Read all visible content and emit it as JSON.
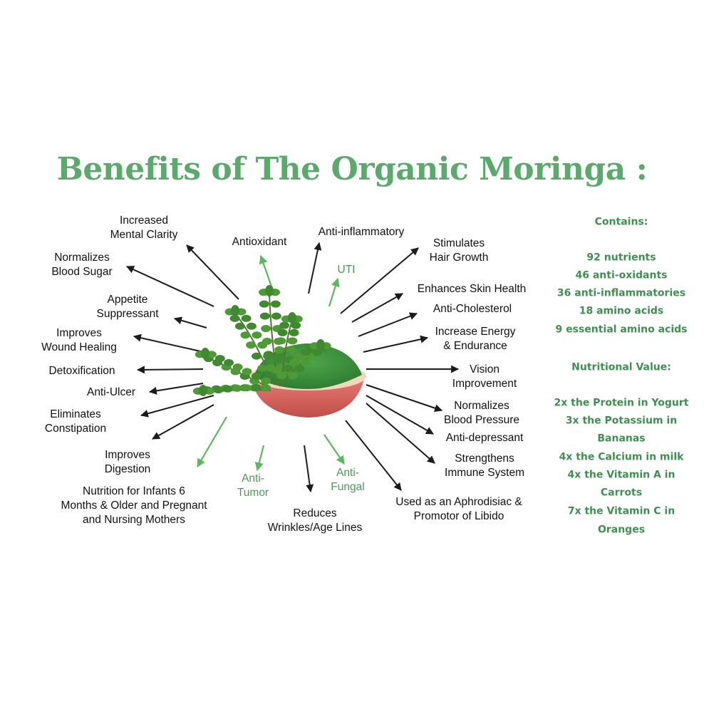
{
  "title": "Benefits of The Organic Moringa :",
  "colors": {
    "title": "#5aaa6b",
    "green_text": "#4b9b58",
    "side_text": "#3f8f50",
    "arrow_dark": "#1b1b1b",
    "arrow_green": "#5cb85c",
    "bowl_outer": "#d9645f",
    "bowl_rim": "#f0d6b8",
    "powder": "#3a8f3c",
    "leaf": "#3f8a2f"
  },
  "benefits": [
    {
      "id": "increased-mental-clarity",
      "text": "Increased\nMental Clarity"
    },
    {
      "id": "antioxidant",
      "text": "Antioxidant"
    },
    {
      "id": "anti-inflammatory",
      "text": "Anti-inflammatory"
    },
    {
      "id": "stimulates-hair-growth",
      "text": "Stimulates\nHair Growth"
    },
    {
      "id": "normalizes-blood-sugar",
      "text": "Normalizes\nBlood Sugar"
    },
    {
      "id": "uti",
      "text": "UTI"
    },
    {
      "id": "enhances-skin-health",
      "text": "Enhances Skin Health"
    },
    {
      "id": "appetite-suppressant",
      "text": "Appetite\nSuppressant"
    },
    {
      "id": "anti-cholesterol",
      "text": "Anti-Cholesterol"
    },
    {
      "id": "improves-wound-healing",
      "text": "Improves\nWound Healing"
    },
    {
      "id": "increase-energy",
      "text": "Increase Energy\n& Endurance"
    },
    {
      "id": "detoxification",
      "text": "Detoxification"
    },
    {
      "id": "vision-improvement",
      "text": "Vision\nImprovement"
    },
    {
      "id": "anti-ulcer",
      "text": "Anti-Ulcer"
    },
    {
      "id": "eliminates-constipation",
      "text": "Eliminates\nConstipation"
    },
    {
      "id": "normalizes-blood-pressure",
      "text": "Normalizes\nBlood Pressure"
    },
    {
      "id": "anti-depressant",
      "text": "Anti-depressant"
    },
    {
      "id": "improves-digestion",
      "text": "Improves\nDigestion"
    },
    {
      "id": "strengthens-immune-system",
      "text": "Strengthens\nImmune System"
    },
    {
      "id": "anti-tumor",
      "text": "Anti-\nTumor"
    },
    {
      "id": "anti-fungal",
      "text": "Anti-\nFungal"
    },
    {
      "id": "nutrition-for-infants",
      "text": "Nutrition for Infants 6\nMonths & Older and Pregnant\nand Nursing Mothers"
    },
    {
      "id": "aphrodisiac",
      "text": "Used as an Aphrodisiac &\nPromotor of Libido"
    },
    {
      "id": "reduces-wrinkles",
      "text": "Reduces\nWrinkles/Age Lines"
    }
  ],
  "contains": {
    "heading": "Contains:",
    "items": [
      "92 nutrients",
      "46 anti-oxidants",
      "36 anti-inflammatories",
      "18 amino acids",
      "9 essential amino acids"
    ]
  },
  "nutritional_value": {
    "heading": "Nutritional Value:",
    "items": [
      "2x the Protein in Yogurt",
      "3x the Potassium in",
      "Bananas",
      "4x the Calcium in milk",
      "4x the Vitamin A in",
      "Carrots",
      "7x the Vitamin C in",
      "Oranges"
    ]
  }
}
